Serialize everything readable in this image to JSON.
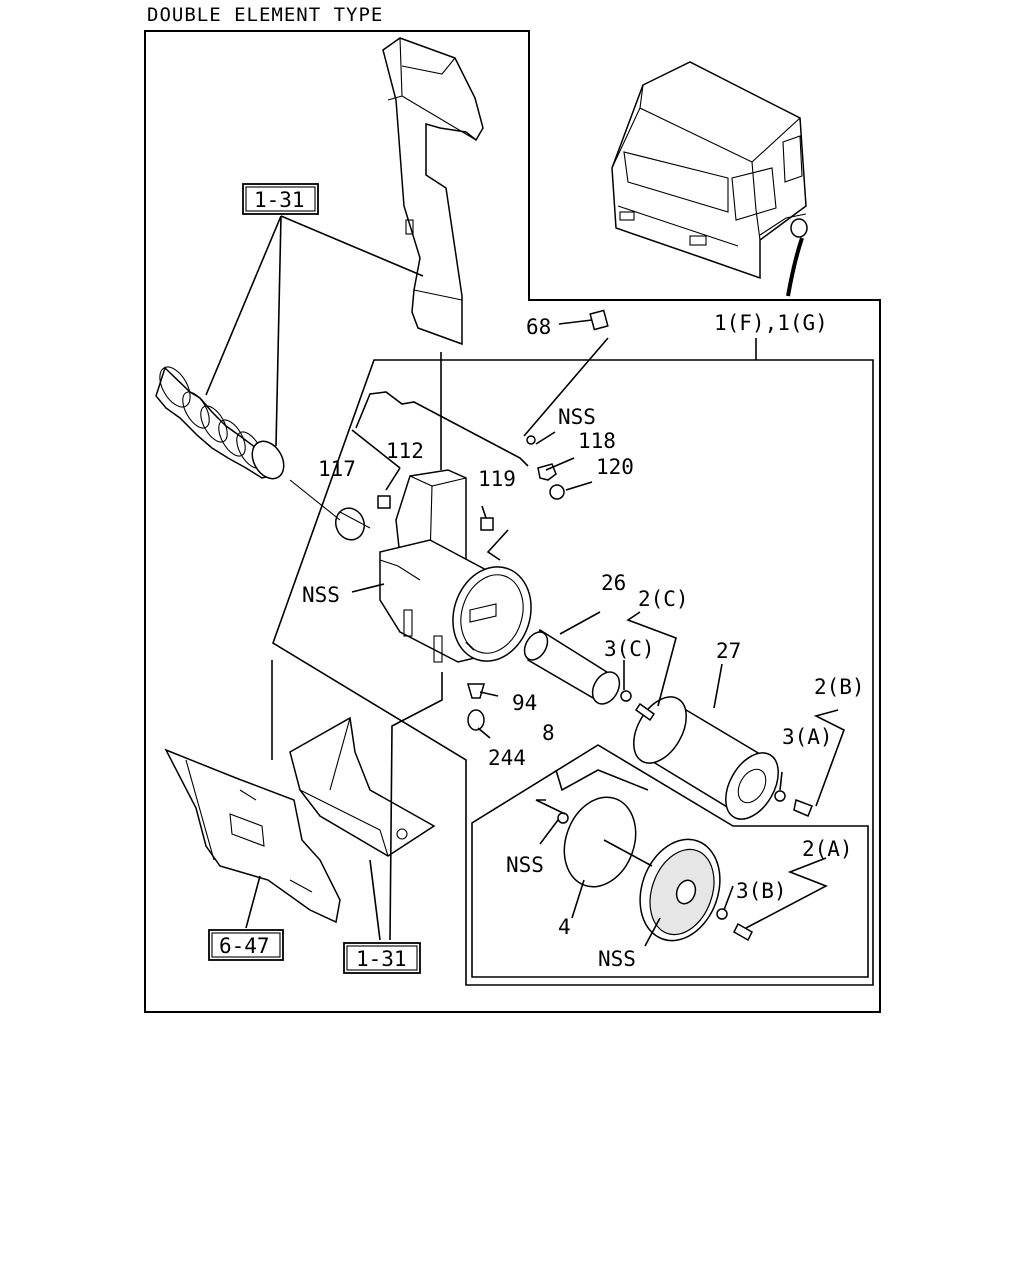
{
  "title": "DOUBLE ELEMENT TYPE",
  "reference_boxes": {
    "upper_hose": "1-31",
    "bracket": "1-31",
    "panel": "6-47"
  },
  "callouts": {
    "assembly": "1(F),1(G)",
    "p68": "68",
    "p112": "112",
    "p117": "117",
    "p118": "118",
    "p119": "119",
    "p120": "120",
    "nss_a": "NSS",
    "nss_b": "NSS",
    "nss_c": "NSS",
    "nss_d": "NSS",
    "p26": "26",
    "p27": "27",
    "p2c": "2(C)",
    "p3c": "3(C)",
    "p2b": "2(B)",
    "p3a": "3(A)",
    "p2a": "2(A)",
    "p3b": "3(B)",
    "p94": "94",
    "p244": "244",
    "p8": "8",
    "p4": "4"
  }
}
